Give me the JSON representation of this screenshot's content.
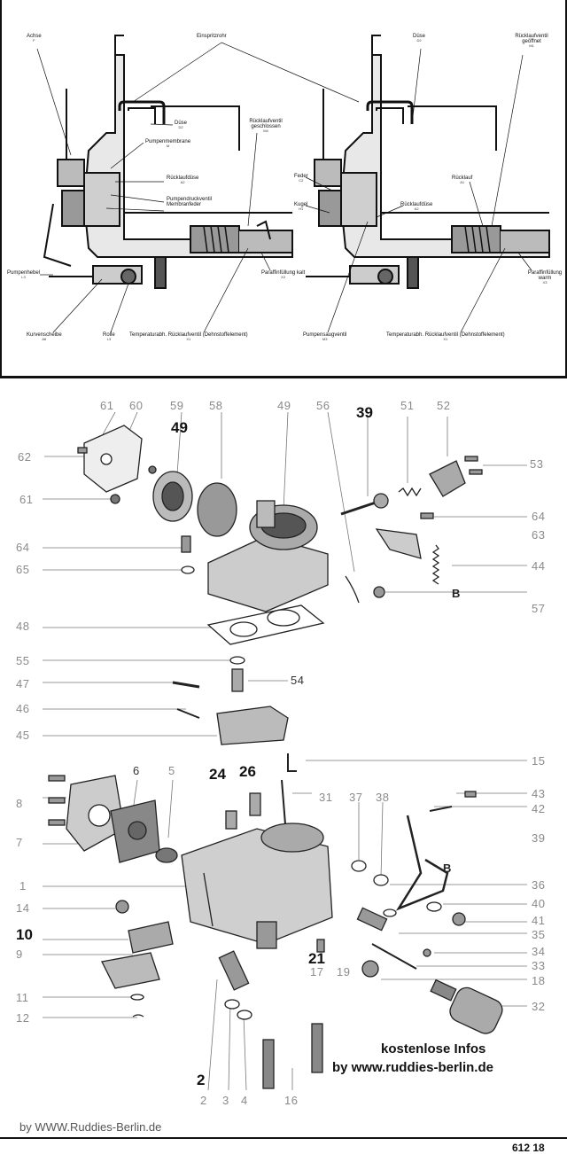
{
  "top_section": {
    "left_diagram_labels": {
      "achse": "Achse",
      "achse_code": "F",
      "einspritzrohr": "Einspritzrohr",
      "duese": "Düse",
      "duese_code": "D2",
      "pumpenmembrane": "Pumpenmembrane",
      "pumpenmembrane_code": "M",
      "ruecklaufventil_geschlossen": "Rücklaufventil geschlossen",
      "ruecklaufventil_geschlossen_code": "M4",
      "ruecklaufduese": "Rücklaufdüse",
      "ruecklaufduese_code": "A2",
      "pumpendruckventil": "Pumpendruckventil",
      "pumpendruckventil_code": "M4",
      "membranfeder": "Membranfeder",
      "membranfeder_code": "F",
      "pumpenhebel": "Pumpenhebel",
      "pumpenhebel_code": "L3",
      "paraffinfuellung_kalt": "Paraffinfüllung kalt",
      "paraffinfuellung_kalt_code": "X2",
      "kurvenscheibe": "Kurvenscheibe",
      "kurvenscheibe_code": "A6",
      "rolle": "Rolle",
      "rolle_code": "L3",
      "temp_ruecklaufventil": "Temperaturabh. Rücklaufventil (Dehnstoffelement)",
      "temp_ruecklaufventil_code": "X1"
    },
    "right_diagram_labels": {
      "duese": "Düse",
      "duese_code": "D2",
      "ruecklaufventil_geoeffnet": "Rücklaufventil geöffnet",
      "ruecklaufventil_geoeffnet_code": "M1",
      "feder": "Feder",
      "feder_code": "C2",
      "kugel": "Kugel",
      "kugel_code": "H1",
      "ruecklauf": "Rücklauf",
      "ruecklauf_code": "A1",
      "ruecklaufduese": "Rücklaufdüse",
      "ruecklaufduese_code": "A2",
      "paraffinfuellung_warm": "Paraffinfüllung warm",
      "paraffinfuellung_warm_code": "X3",
      "pumpensaugventil": "Pumpensaugventil",
      "pumpensaugventil_code": "M3",
      "temp_ruecklaufventil": "Temperaturabh. Rücklaufventil (Dehnstoffelement)",
      "temp_ruecklaufventil_code": "X1"
    }
  },
  "parts": {
    "n61a": "61",
    "n60": "60",
    "n59": "59",
    "n58": "58",
    "n49top": "49",
    "n56": "56",
    "n39top": "39",
    "n51": "51",
    "n52": "52",
    "n49bold": "49",
    "n62": "62",
    "n53": "53",
    "n61b": "61",
    "n64a": "64",
    "n63": "63",
    "n64b": "64",
    "n65": "65",
    "n44": "44",
    "nB1": "B",
    "n57": "57",
    "n48": "48",
    "n55": "55",
    "n54": "54",
    "n47": "47",
    "n46": "46",
    "n45": "45",
    "n15": "15",
    "n6": "6",
    "n5": "5",
    "n24": "24",
    "n26": "26",
    "n8": "8",
    "n31": "31",
    "n37": "37",
    "n38": "38",
    "n43": "43",
    "n42": "42",
    "n7": "7",
    "n39": "39",
    "n1": "1",
    "nB2": "B",
    "n36": "36",
    "n14": "14",
    "n40": "40",
    "n41": "41",
    "n10": "10",
    "n35": "35",
    "n9": "9",
    "n21": "21",
    "n34": "34",
    "n17": "17",
    "n19": "19",
    "n33": "33",
    "n18": "18",
    "n11": "11",
    "n32": "32",
    "n12": "12",
    "n2bold": "2",
    "n2": "2",
    "n3": "3",
    "n4": "4",
    "n16": "16"
  },
  "footer": {
    "line1": "kostenlose Infos",
    "line2": "by  www.ruddies-berlin.de",
    "byline": "by  WWW.Ruddies-Berlin.de",
    "page_code": "612 18"
  }
}
